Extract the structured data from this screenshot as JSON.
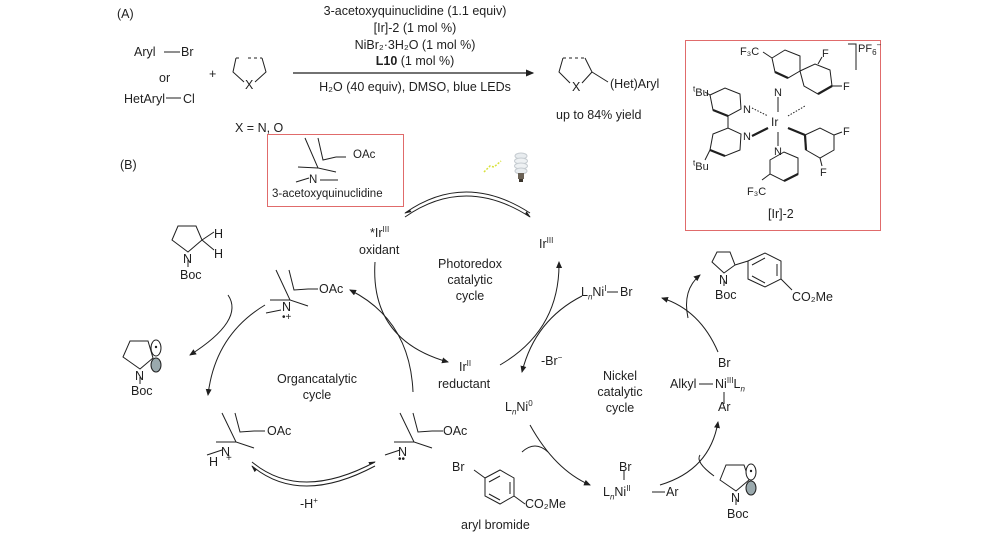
{
  "panel_labels": {
    "a": "(A)",
    "b": "(B)"
  },
  "reaction": {
    "reactant1_top": "Aryl",
    "reactant1_top_x": "Br",
    "reactant1_or": "or",
    "reactant1_bottom": "HetAryl",
    "reactant1_bottom_x": "Cl",
    "plus": "+",
    "ring_heteroatom": "X",
    "ring_note": "X = N, O",
    "conditions_above": [
      "3-acetoxyquinuclidine (1.1 equiv)",
      "[Ir]-2 (1 mol %)",
      "NiBr₂·3H₂O (1 mol %)"
    ],
    "l10_bold": "L10",
    "l10_rest": " (1 mol %)",
    "conditions_below": "H₂O (40 equiv), DMSO, blue LEDs",
    "product_substituent": "(Het)Aryl",
    "product_heteroatom": "X",
    "yield": "up to 84% yield"
  },
  "catalyst_box": {
    "label": "[Ir]-2",
    "counterion": "PF",
    "counterion_sub": "6",
    "counterion_sup": "−",
    "f3c_top": "F₃C",
    "f3c_bottom": "F₃C",
    "tbu_top_sup": "t",
    "tbu_top": "Bu",
    "tbu_bottom_sup": "t",
    "tbu_bottom": "Bu",
    "metal": "Ir",
    "n_labels": [
      "N",
      "N",
      "N",
      "N"
    ],
    "f_labels": [
      "F",
      "F",
      "F",
      "F"
    ]
  },
  "quinuclidine_box": {
    "label": "3-acetoxyquinuclidine",
    "substituent": "OAc",
    "n": "N"
  },
  "photoredox": {
    "excited_prefix": "*Ir",
    "excited_sup": "III",
    "oxidant": "oxidant",
    "ground": "Ir",
    "ground_sup": "III",
    "reduced": "Ir",
    "reduced_sup": "II",
    "reductant": "reductant",
    "cycle_label": [
      "Photoredox",
      "catalytic",
      "cycle"
    ]
  },
  "organocatalytic": {
    "cycle_label": [
      "Organcatalytic",
      "cycle"
    ],
    "radical_cation_sub": "OAc",
    "radical_cation_charge": "•+",
    "protonated_sub": "OAc",
    "protonated_h": "H",
    "protonated_charge": "+",
    "neutral_sub": "OAc",
    "neutral_lone_pair": "••",
    "deprotonation": "-H",
    "deprotonation_sup": "+",
    "substrate_boc": "Boc",
    "substrate_h1": "H",
    "substrate_h2": "H",
    "radical_boc": "Boc",
    "n": "N"
  },
  "nickel": {
    "cycle_label": [
      "Nickel",
      "catalytic",
      "cycle"
    ],
    "ni0": "L",
    "ni0_sub": "n",
    "ni0_metal": "Ni",
    "ni0_sup": "0",
    "ni1": "L",
    "ni1_sub": "n",
    "ni1_metal": "Ni",
    "ni1_sup": "I",
    "ni1_br": "Br",
    "ni2_br": "Br",
    "ni2": "L",
    "ni2_sub": "n",
    "ni2_metal": "Ni",
    "ni2_sup": "II",
    "ni2_ar": "Ar",
    "ni3_br": "Br",
    "ni3_alkyl": "Alkyl",
    "ni3_metal": "Ni",
    "ni3_sup": "III",
    "ni3_l": "L",
    "ni3_sub": "n",
    "ni3_ar": "Ar",
    "bromide_loss": "-Br",
    "bromide_loss_sup": "−",
    "aryl_bromide_label": "aryl bromide",
    "aryl_bromide_br": "Br",
    "aryl_bromide_ester": "CO₂Me",
    "product_boc": "Boc",
    "product_ester": "CO₂Me",
    "radical_boc": "Boc",
    "n": "N"
  },
  "colors": {
    "box_border": "#e06b6b",
    "lobe": "#9aa9ad",
    "light_ray": "#d8e23a",
    "ink": "#1f1f1f"
  }
}
